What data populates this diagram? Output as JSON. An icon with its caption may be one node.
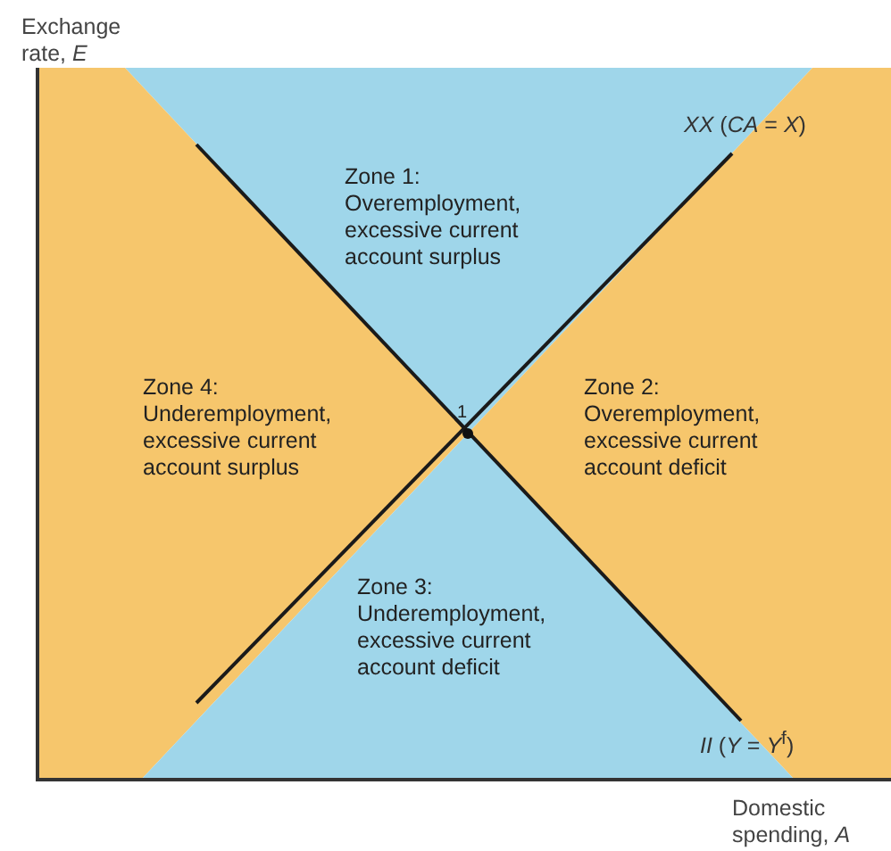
{
  "diagram": {
    "nodes": [
      {
        "text": [
          "Zone 1:",
          "Overemployment, excessive current account surplus"
        ]
      },
      {
        "text": [
          "Zone 4:",
          "Underemployment, excessive current account surplus"
        ]
      },
      {
        "text": [
          "Zone 2:",
          "Overemployment, excessive current account deficit"
        ]
      },
      {
        "text": [
          "Zone 3:",
          "Underemployment, excessive current account deficit"
        ]
      }
    ],
    "labels": [
      "Exchange rate, *E*",
      "*XX* (*CA* = *X*)",
      "1",
      "*II* (*Y* = *Y*$^{f}$)",
      "Domestic spending, *A*"
    ]
  }
}
